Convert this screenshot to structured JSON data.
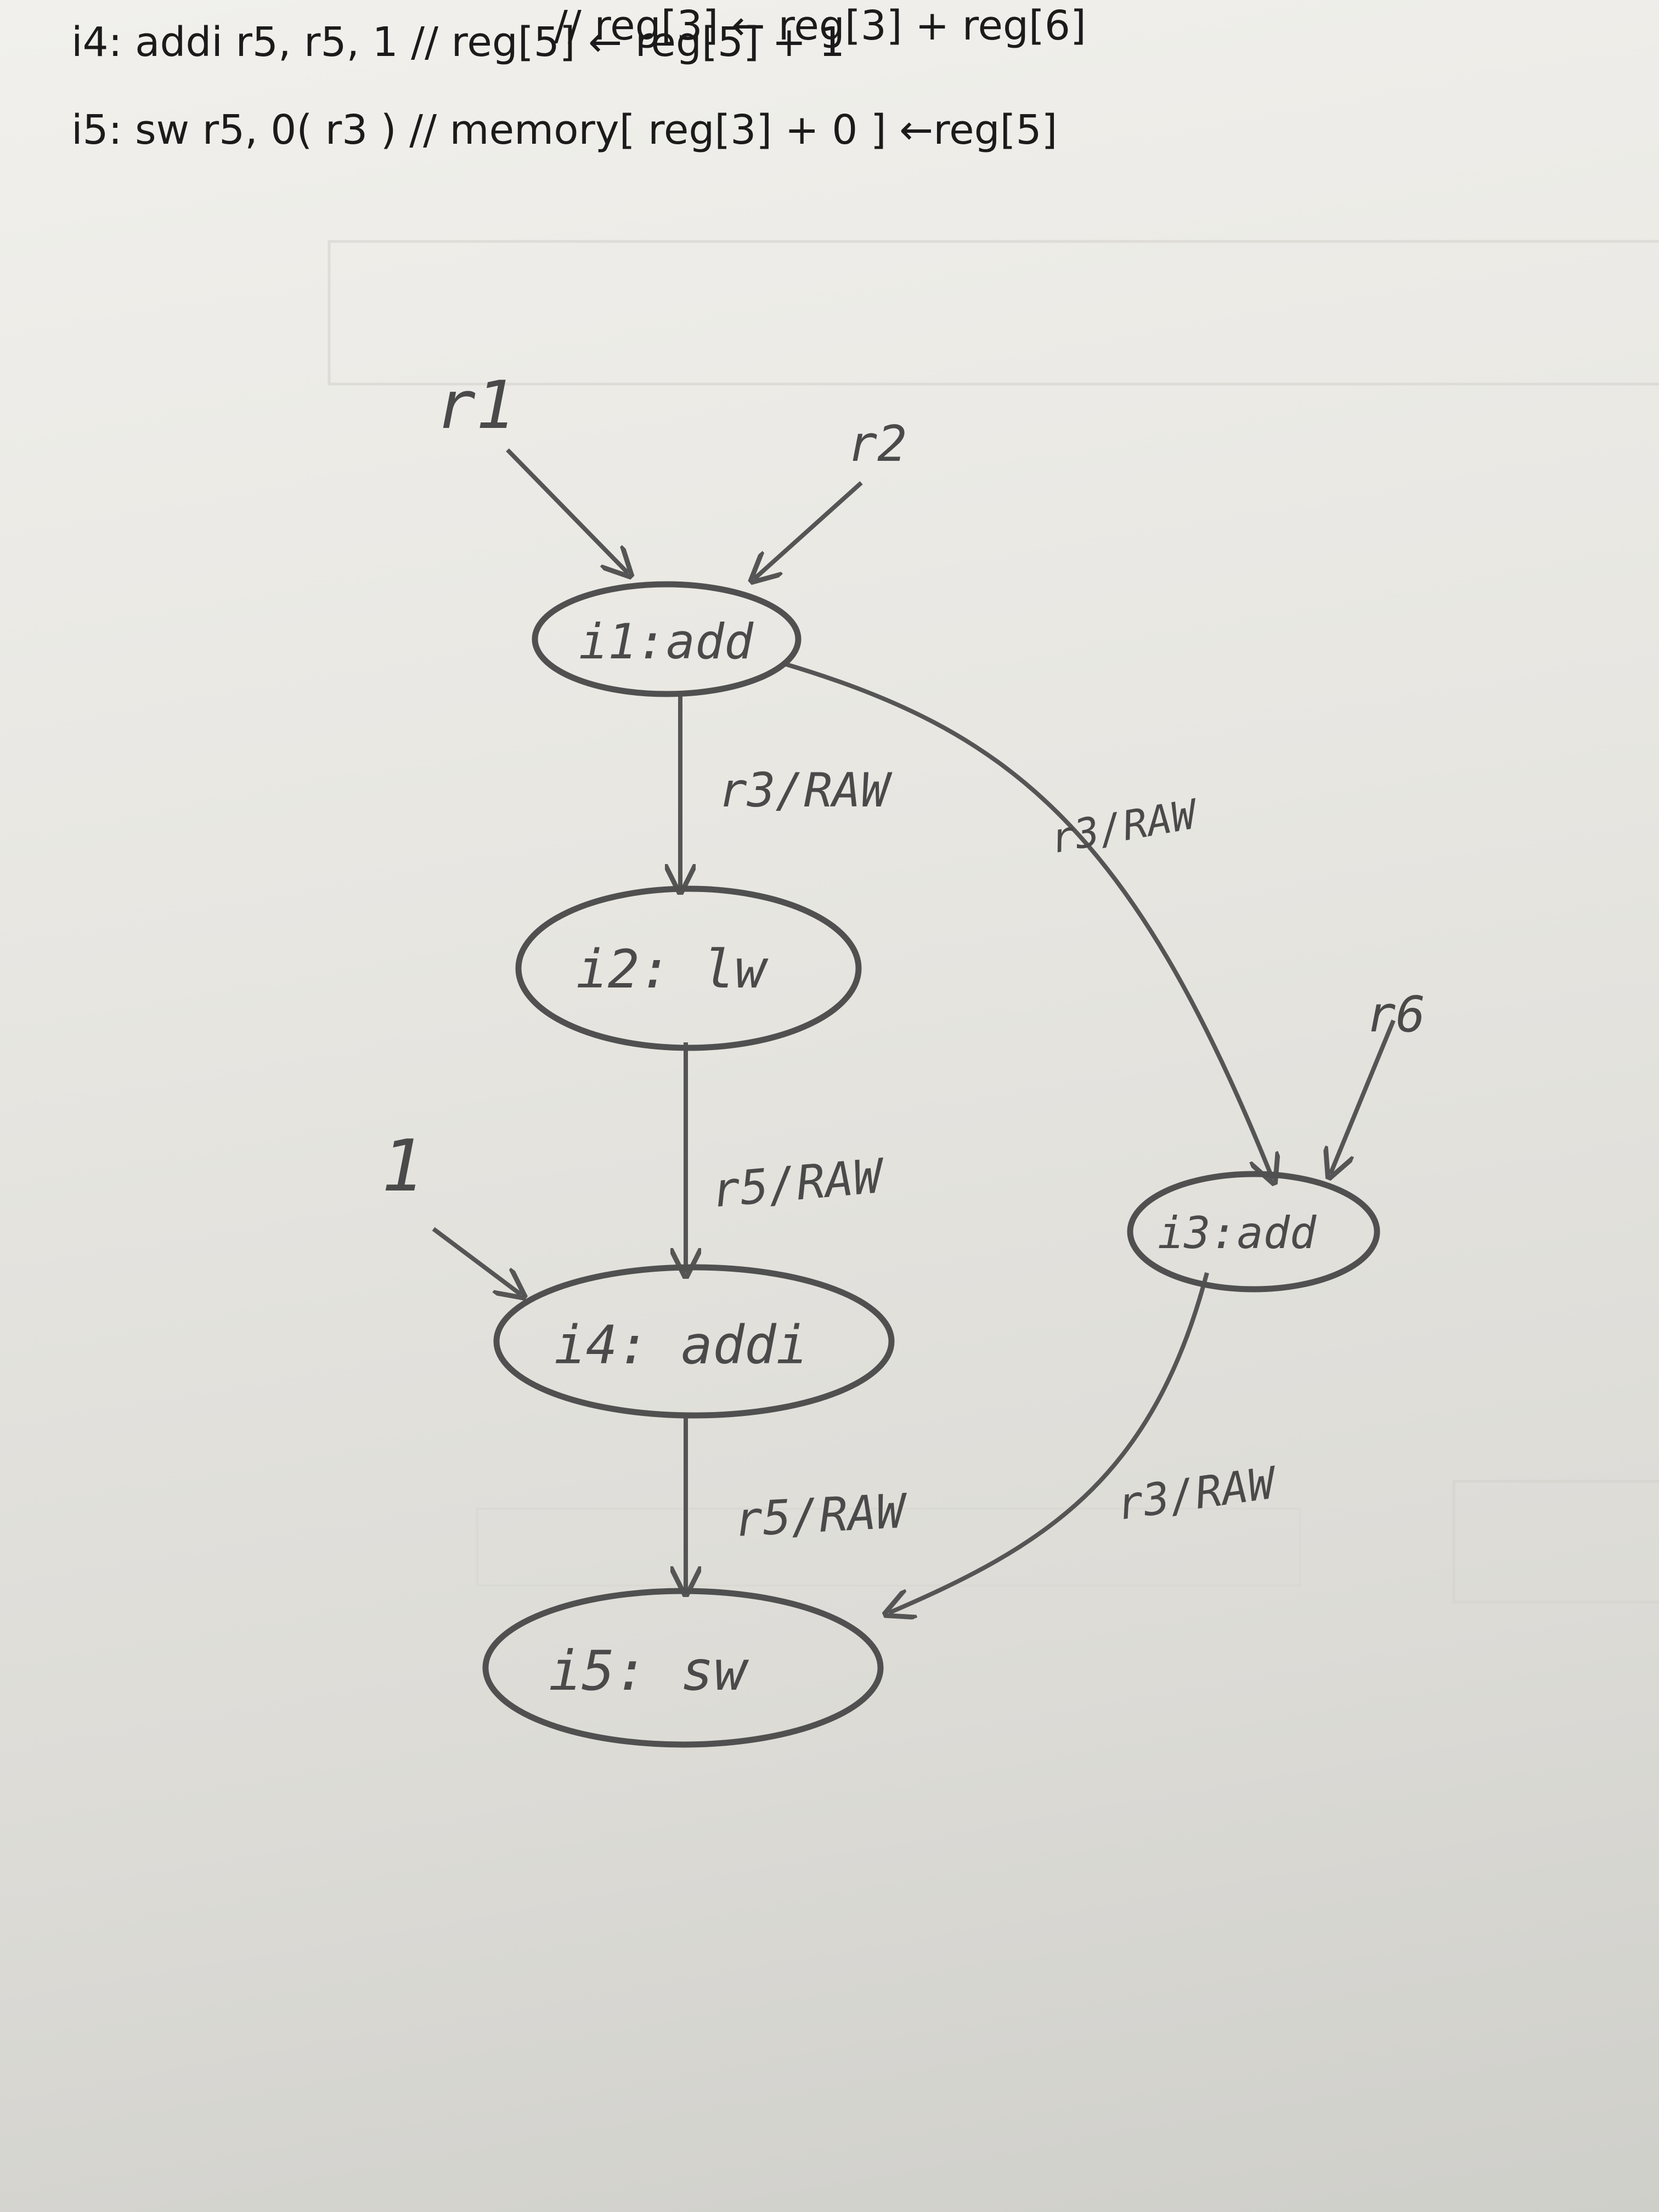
{
  "code_lines": [
    {
      "id": "i3",
      "text": "// reg[3] ← reg[3] + reg[6]"
    },
    {
      "id": "i4",
      "text": "i4: addi r5, r5, 1  // reg[5] ← reg[5] + 1"
    },
    {
      "id": "i5",
      "text": "i5: sw r5, 0( r3 )  // memory[ reg[3] + 0 ] ←reg[5]"
    }
  ],
  "nodes": {
    "i1": "i1:add",
    "i2": "i2: lw",
    "i3": "i3:add",
    "i4": "i4: addi",
    "i5": "i5: sw"
  },
  "inputs": {
    "r1": "r1",
    "r2": "r2",
    "r6": "r6",
    "one": "1"
  },
  "edges": [
    {
      "from": "i1",
      "to": "i2",
      "label": "r3/RAW"
    },
    {
      "from": "i1",
      "to": "i3",
      "label": "r3/RAW"
    },
    {
      "from": "i2",
      "to": "i4",
      "label": "r5/RAW"
    },
    {
      "from": "i4",
      "to": "i5",
      "label": "r5/RAW"
    },
    {
      "from": "i3",
      "to": "i5",
      "label": "r3/RAW"
    }
  ]
}
